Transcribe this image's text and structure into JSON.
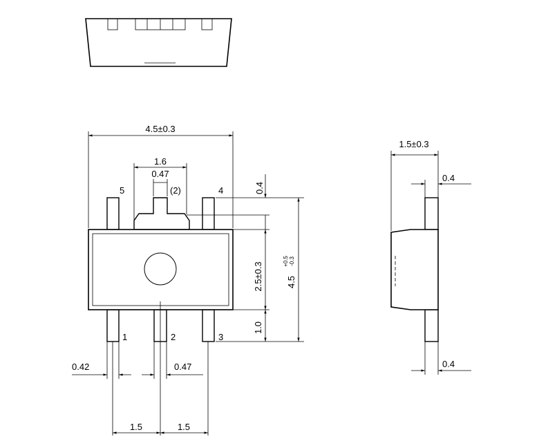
{
  "drawing": {
    "dimensions": {
      "overall_width": "4.5±0.3",
      "tab_width": "1.6",
      "tab_neck": "0.47",
      "tab_pin_label": "(2)",
      "tab_height": "0.4",
      "body_height": "2.5±0.3",
      "overall_height_main": "4.5",
      "overall_height_tol_plus": "+0.5",
      "overall_height_tol_minus": "-0.3",
      "lead_length": "1.0",
      "lead_width_outer": "0.42",
      "lead_width_center": "0.47",
      "pitch_left": "1.5",
      "pitch_right": "1.5",
      "side_thickness": "1.5±0.3",
      "side_lead_top": "0.4",
      "side_lead_bottom": "0.4"
    },
    "pins": {
      "p1": "1",
      "p2": "2",
      "p3": "3",
      "p4": "4",
      "p5": "5"
    }
  }
}
